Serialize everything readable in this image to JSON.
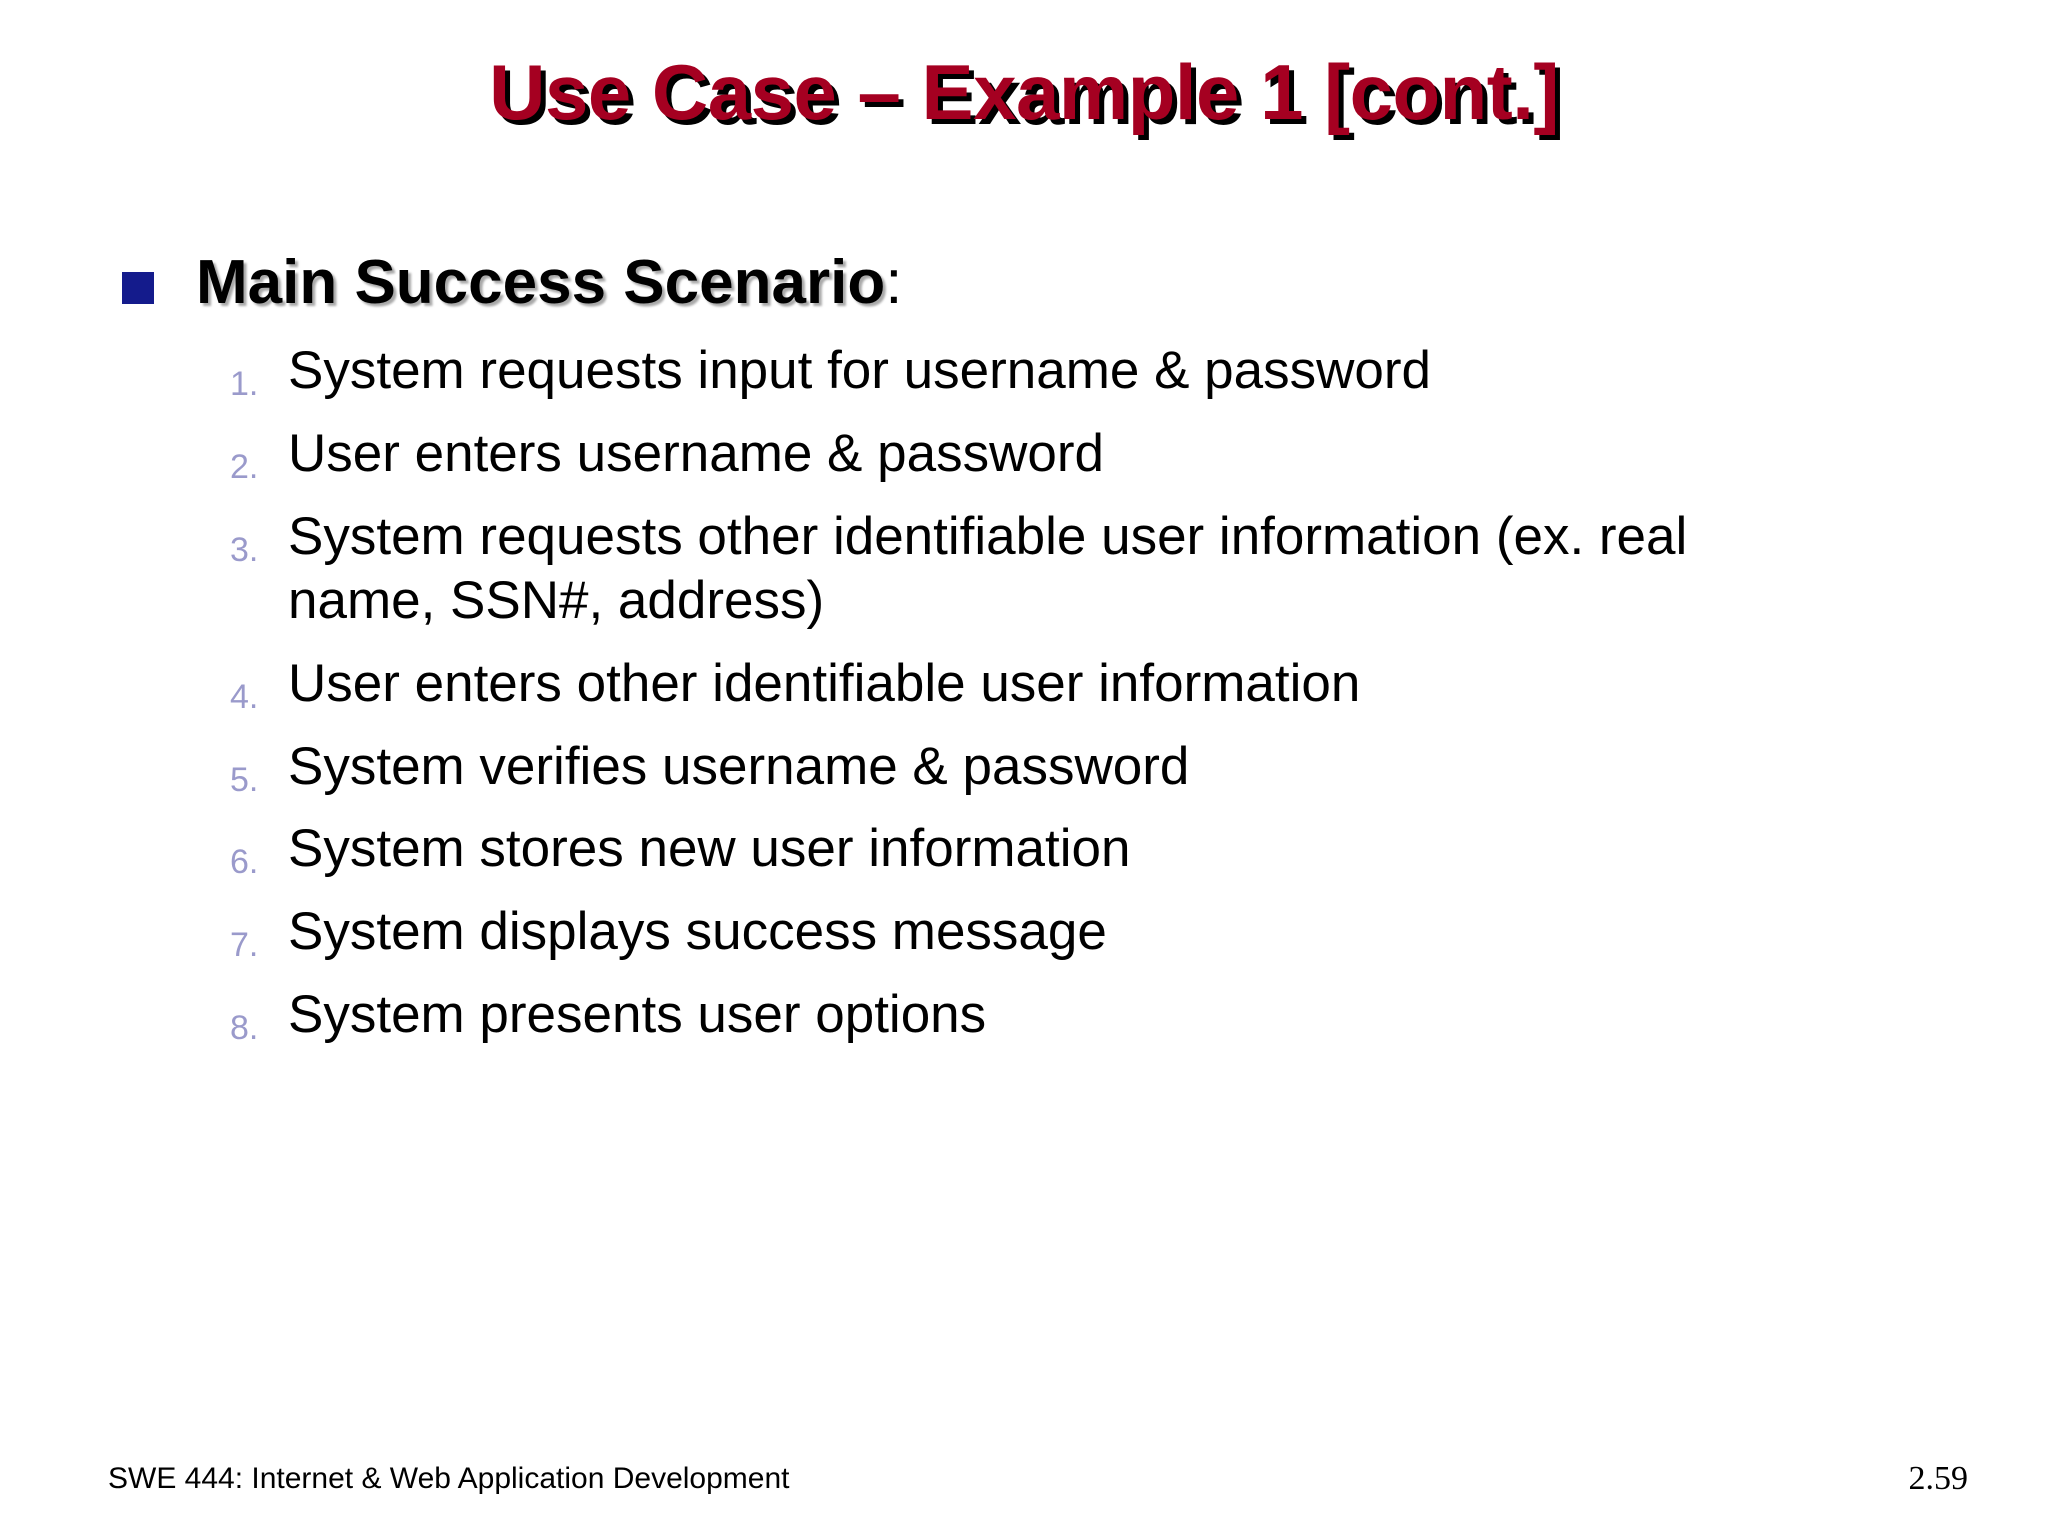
{
  "slide": {
    "title": "Use Case – Example 1 [cont.]",
    "title_color": "#A50021",
    "title_shadow_color": "#000000",
    "background_color": "#FFFFFF"
  },
  "heading": {
    "bullet_icon": "filled-square-bullet",
    "bullet_color": "#141B8C",
    "label_bold": "Main Success Scenario",
    "label_colon": ":"
  },
  "steps": {
    "number_color": "#9A9ACB",
    "items": [
      {
        "number": "1.",
        "text": "System requests input for username & password"
      },
      {
        "number": "2.",
        "text": "User enters username & password"
      },
      {
        "number": "3.",
        "text": "System requests other identifiable user information (ex. real name, SSN#, address)"
      },
      {
        "number": "4.",
        "text": "User enters other identifiable user information"
      },
      {
        "number": "5.",
        "text": "System verifies username & password"
      },
      {
        "number": "6.",
        "text": "System stores new user information"
      },
      {
        "number": "7.",
        "text": "System displays success message"
      },
      {
        "number": "8.",
        "text": "System presents user options"
      }
    ]
  },
  "footer": {
    "course": "SWE 444: Internet & Web Application Development",
    "page_number": "2.59"
  }
}
